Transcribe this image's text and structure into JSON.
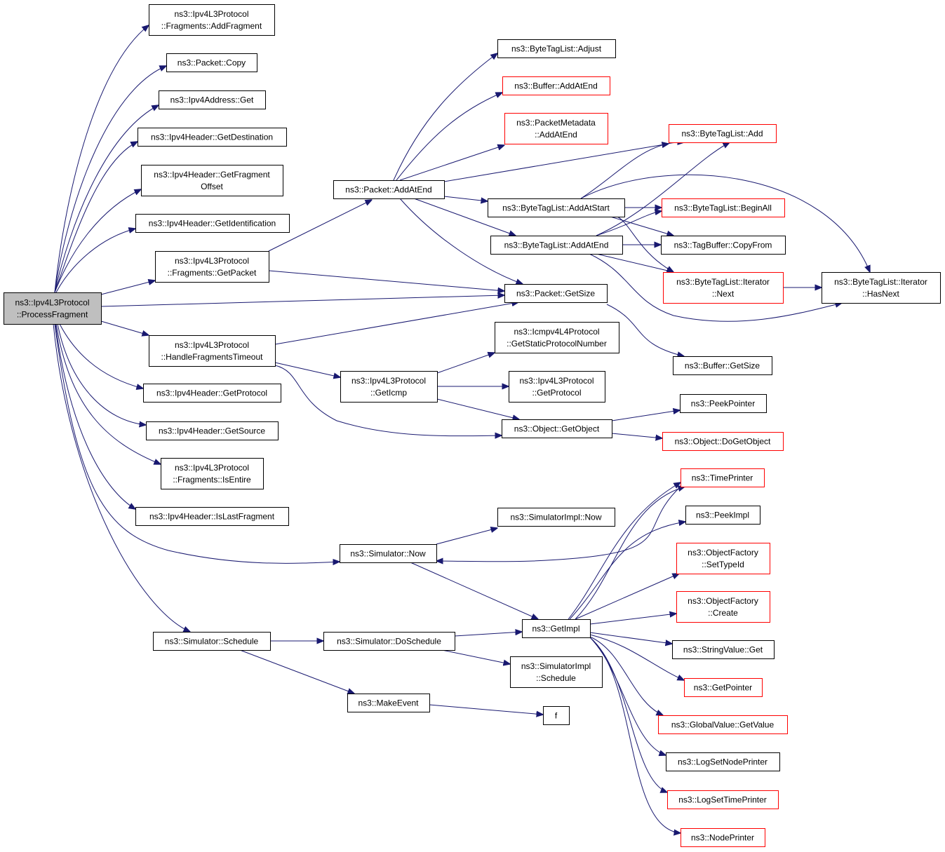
{
  "colors": {
    "edge": "#191970",
    "truncated_border": "#ff0000",
    "normal_border": "#000000",
    "root_fill": "#bfbfbf"
  },
  "nodes": {
    "root": {
      "lines": [
        "ns3::Ipv4L3Protocol",
        "::ProcessFragment"
      ]
    },
    "addFragment": {
      "lines": [
        "ns3::Ipv4L3Protocol",
        "::Fragments::AddFragment"
      ]
    },
    "packetCopy": {
      "lines": [
        "ns3::Packet::Copy"
      ]
    },
    "ipv4AddrGet": {
      "lines": [
        "ns3::Ipv4Address::Get"
      ]
    },
    "getDestination": {
      "lines": [
        "ns3::Ipv4Header::GetDestination"
      ]
    },
    "getFragOffset": {
      "lines": [
        "ns3::Ipv4Header::GetFragment",
        "Offset"
      ]
    },
    "getIdentification": {
      "lines": [
        "ns3::Ipv4Header::GetIdentification"
      ]
    },
    "fragGetPacket": {
      "lines": [
        "ns3::Ipv4L3Protocol",
        "::Fragments::GetPacket"
      ]
    },
    "handleFragTimeout": {
      "lines": [
        "ns3::Ipv4L3Protocol",
        "::HandleFragmentsTimeout"
      ]
    },
    "getProtocolHdr": {
      "lines": [
        "ns3::Ipv4Header::GetProtocol"
      ]
    },
    "getSource": {
      "lines": [
        "ns3::Ipv4Header::GetSource"
      ]
    },
    "isEntire": {
      "lines": [
        "ns3::Ipv4L3Protocol",
        "::Fragments::IsEntire"
      ]
    },
    "isLastFragment": {
      "lines": [
        "ns3::Ipv4Header::IsLastFragment"
      ]
    },
    "simNow": {
      "lines": [
        "ns3::Simulator::Now"
      ]
    },
    "simSchedule": {
      "lines": [
        "ns3::Simulator::Schedule"
      ]
    },
    "packetAddAtEnd": {
      "lines": [
        "ns3::Packet::AddAtEnd"
      ]
    },
    "getIcmp": {
      "lines": [
        "ns3::Ipv4L3Protocol",
        "::GetIcmp"
      ]
    },
    "simDoSchedule": {
      "lines": [
        "ns3::Simulator::DoSchedule"
      ]
    },
    "makeEvent": {
      "lines": [
        "ns3::MakeEvent"
      ]
    },
    "btlAdjust": {
      "lines": [
        "ns3::ByteTagList::Adjust"
      ]
    },
    "bufAddAtEnd": {
      "lines": [
        "ns3::Buffer::AddAtEnd"
      ]
    },
    "pmAddAtEnd": {
      "lines": [
        "ns3::PacketMetadata",
        "::AddAtEnd"
      ]
    },
    "btlAddAtStart": {
      "lines": [
        "ns3::ByteTagList::AddAtStart"
      ]
    },
    "btlAddAtEnd": {
      "lines": [
        "ns3::ByteTagList::AddAtEnd"
      ]
    },
    "packetGetSize": {
      "lines": [
        "ns3::Packet::GetSize"
      ]
    },
    "icmpGetStatic": {
      "lines": [
        "ns3::Icmpv4L4Protocol",
        "::GetStaticProtocolNumber"
      ]
    },
    "l3GetProtocol": {
      "lines": [
        "ns3::Ipv4L3Protocol",
        "::GetProtocol"
      ]
    },
    "objGetObject": {
      "lines": [
        "ns3::Object::GetObject"
      ]
    },
    "simImplNow": {
      "lines": [
        "ns3::SimulatorImpl::Now"
      ]
    },
    "getImpl": {
      "lines": [
        "ns3::GetImpl"
      ]
    },
    "simImplSchedule": {
      "lines": [
        "ns3::SimulatorImpl",
        "::Schedule"
      ]
    },
    "fFunc": {
      "lines": [
        "f"
      ]
    },
    "btlAdd": {
      "lines": [
        "ns3::ByteTagList::Add"
      ]
    },
    "btlBeginAll": {
      "lines": [
        "ns3::ByteTagList::BeginAll"
      ]
    },
    "tbCopyFrom": {
      "lines": [
        "ns3::TagBuffer::CopyFrom"
      ]
    },
    "btlIterNext": {
      "lines": [
        "ns3::ByteTagList::Iterator",
        "::Next"
      ]
    },
    "btlIterHasNext": {
      "lines": [
        "ns3::ByteTagList::Iterator",
        "::HasNext"
      ]
    },
    "bufGetSize": {
      "lines": [
        "ns3::Buffer::GetSize"
      ]
    },
    "peekPointer": {
      "lines": [
        "ns3::PeekPointer"
      ]
    },
    "doGetObject": {
      "lines": [
        "ns3::Object::DoGetObject"
      ]
    },
    "timePrinter": {
      "lines": [
        "ns3::TimePrinter"
      ]
    },
    "peekImpl": {
      "lines": [
        "ns3::PeekImpl"
      ]
    },
    "ofSetTypeId": {
      "lines": [
        "ns3::ObjectFactory",
        "::SetTypeId"
      ]
    },
    "ofCreate": {
      "lines": [
        "ns3::ObjectFactory",
        "::Create"
      ]
    },
    "svGet": {
      "lines": [
        "ns3::StringValue::Get"
      ]
    },
    "getPointer": {
      "lines": [
        "ns3::GetPointer"
      ]
    },
    "gvGetValue": {
      "lines": [
        "ns3::GlobalValue::GetValue"
      ]
    },
    "logSetNodePrinter": {
      "lines": [
        "ns3::LogSetNodePrinter"
      ]
    },
    "logSetTimePrinter": {
      "lines": [
        "ns3::LogSetTimePrinter"
      ]
    },
    "nodePrinter": {
      "lines": [
        "ns3::NodePrinter"
      ]
    }
  }
}
